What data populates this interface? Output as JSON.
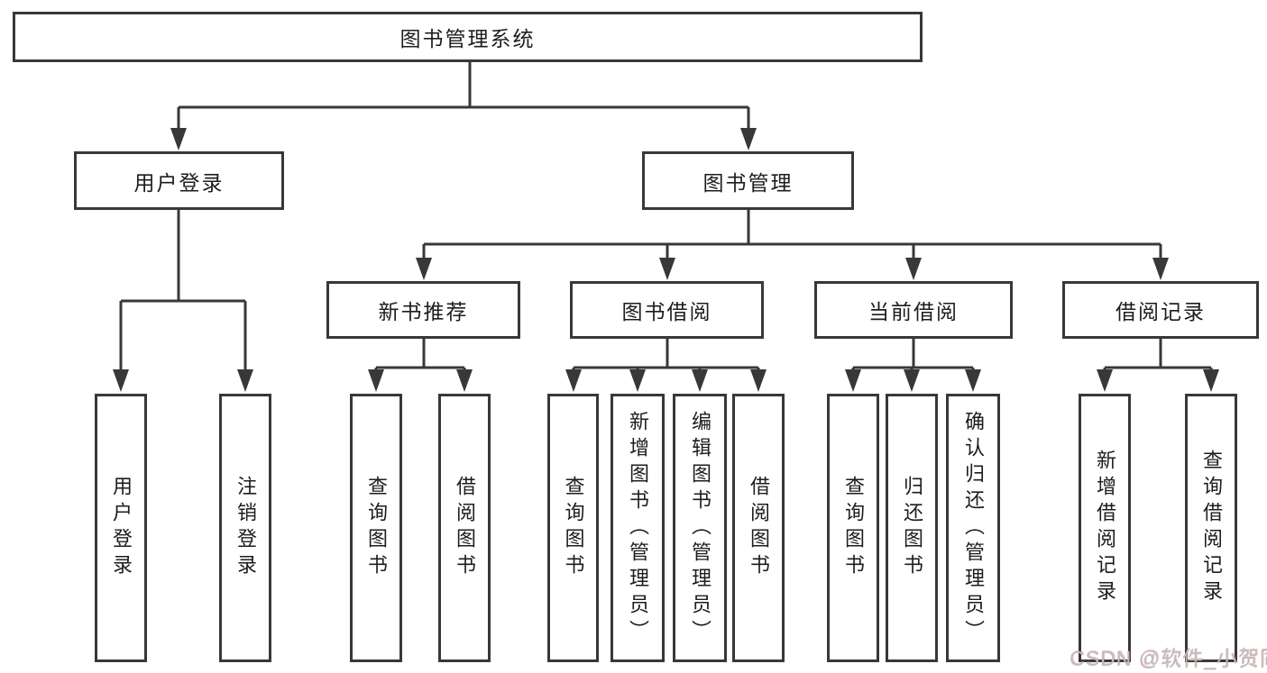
{
  "root": {
    "label": "图书管理系统"
  },
  "level2": {
    "user_login": {
      "label": "用户登录"
    },
    "book_management": {
      "label": "图书管理"
    }
  },
  "level3": {
    "new_book_recommend": {
      "label": "新书推荐"
    },
    "book_borrowing": {
      "label": "图书借阅"
    },
    "current_borrowing": {
      "label": "当前借阅"
    },
    "borrowing_records": {
      "label": "借阅记录"
    }
  },
  "leaves": {
    "user_login": {
      "label": "用户登录"
    },
    "logout": {
      "label": "注销登录"
    },
    "query_books_recommend": {
      "label": "查询图书"
    },
    "borrow_books_recommend": {
      "label": "借阅图书"
    },
    "query_books_borrowing": {
      "label": "查询图书"
    },
    "add_books_admin": {
      "label": "新增图书（管理员）"
    },
    "edit_books_admin": {
      "label": "编辑图书（管理员）"
    },
    "borrow_books_borrowing": {
      "label": "借阅图书"
    },
    "query_books_current": {
      "label": "查询图书"
    },
    "return_books": {
      "label": "归还图书"
    },
    "confirm_return_admin": {
      "label": "确认归还（管理员）"
    },
    "add_borrow_record": {
      "label": "新增借阅记录"
    },
    "query_borrow_record": {
      "label": "查询借阅记录"
    }
  },
  "watermark": {
    "text": "CSDN @软件_小贺同学"
  },
  "colors": {
    "line": "#383838",
    "box_border": "#383838",
    "box_fill": "#ffffff",
    "text": "#1d1d1d",
    "watermark": "#bdbdbd"
  }
}
